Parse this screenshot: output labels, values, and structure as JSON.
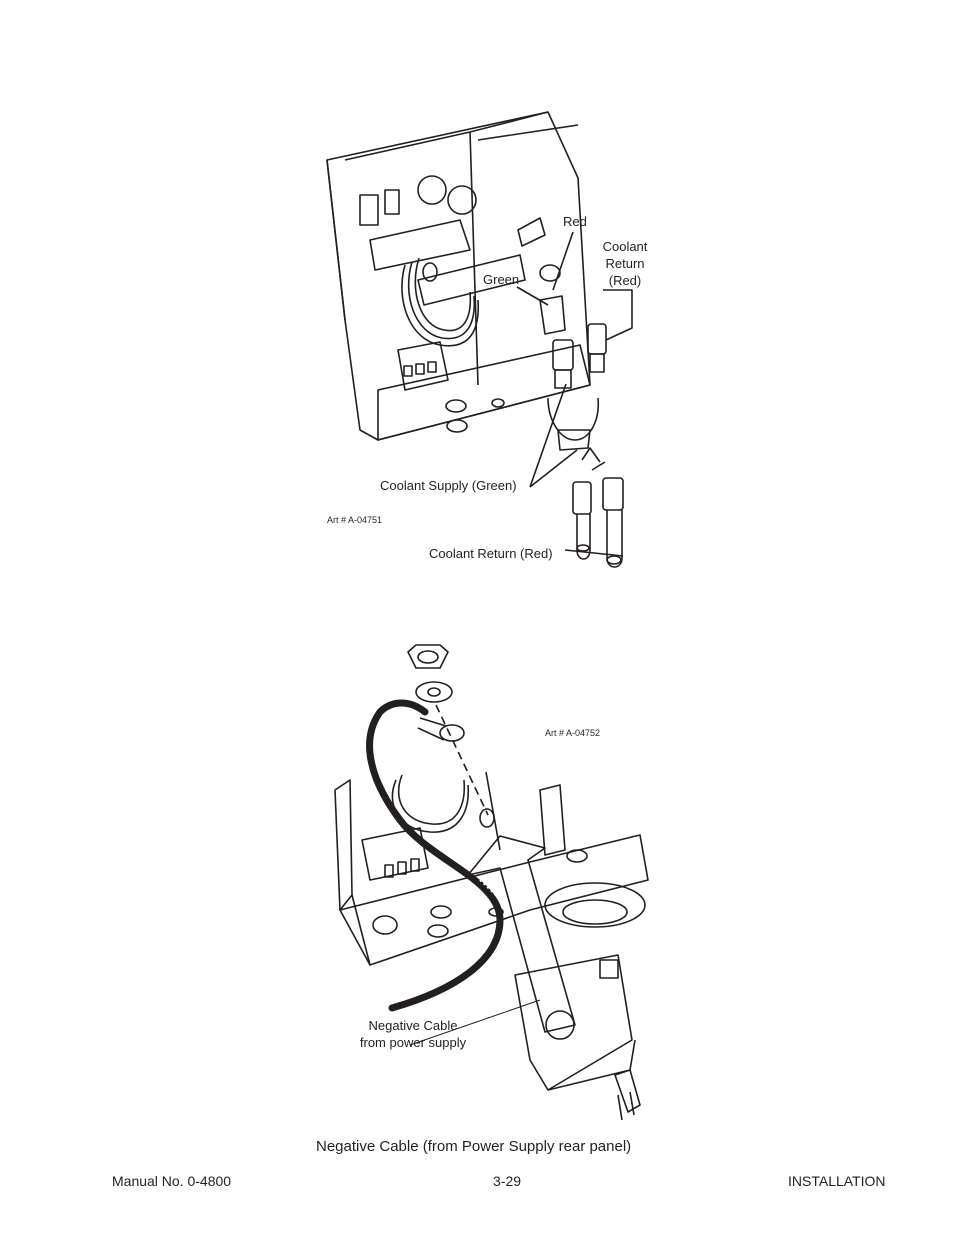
{
  "figure_top": {
    "labels": {
      "red": "Red",
      "coolant_return_lines": [
        "Coolant",
        "Return",
        "(Red)"
      ],
      "green": "Green",
      "coolant_supply": "Coolant Supply (Green)",
      "coolant_return": "Coolant Return (Red)"
    },
    "art_number": "Art # A-04751"
  },
  "figure_bottom": {
    "art_number": "Art # A-04752",
    "negative_cable_lines": [
      "Negative Cable",
      "from power supply"
    ]
  },
  "caption": "Negative Cable (from Power Supply rear panel)",
  "footer": {
    "manual_number": "Manual No. 0-4800",
    "page_number": "3-29",
    "section": "INSTALLATION"
  }
}
